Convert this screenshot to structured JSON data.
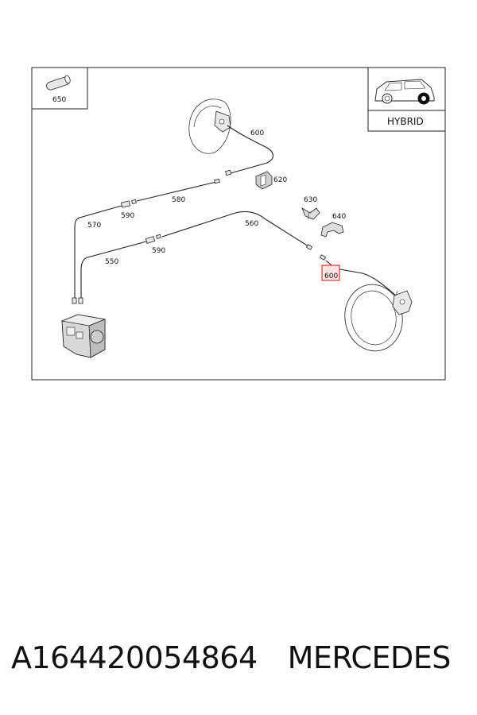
{
  "callouts": {
    "c650": "650",
    "c600_top": "600",
    "c620": "620",
    "c580": "580",
    "c590_top": "590",
    "c570": "570",
    "c630": "630",
    "c640": "640",
    "c560": "560",
    "c590_bottom": "590",
    "c550": "550",
    "c600_highlight": "600"
  },
  "badge": {
    "label": "HYBRID"
  },
  "caption": {
    "part_number": "A164420054864",
    "brand": "MERCEDES"
  },
  "colors": {
    "highlight": "#e0322f",
    "highlight_fill": "#fbe3e3",
    "line": "#222222"
  }
}
